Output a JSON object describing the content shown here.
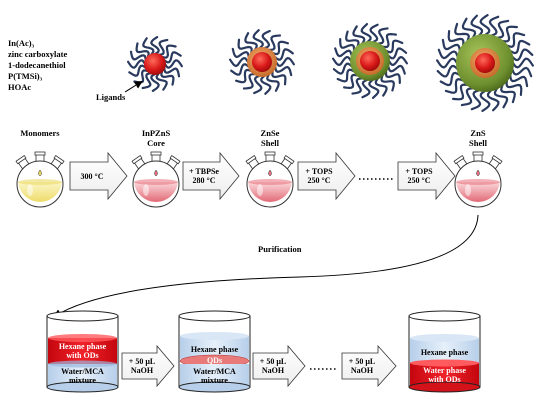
{
  "reagents": [
    "In(Ac)₃",
    "zinc carboxylate",
    "1-dodecanethiol",
    "P(TMSi)₃",
    "HOAc"
  ],
  "ligands_label": "Ligands",
  "stages": {
    "monomers": "Monomers",
    "core": [
      "InPZnS",
      "Core"
    ],
    "znse": [
      "ZnSe",
      "Shell"
    ],
    "zns": [
      "ZnS",
      "Shell"
    ]
  },
  "arrows": {
    "a1": "300 °C",
    "a2": [
      "+ TBPSe",
      "280 °C"
    ],
    "a3": [
      "+ TOPS",
      "250 °C"
    ],
    "a4": [
      "+ TOPS",
      "250 °C"
    ]
  },
  "purification_label": "Purification",
  "beakers": {
    "b1": {
      "top": [
        "Hexane phase",
        "with ODs"
      ],
      "bottom": [
        "Water/MCA",
        "mixture"
      ]
    },
    "b2": {
      "top": [
        "Hexane phase"
      ],
      "mid": "QDs",
      "bottom": [
        "Water/MCA",
        "mixture"
      ]
    },
    "b3": {
      "top": [
        "Hexane phase"
      ],
      "bottom": [
        "Water phase",
        "with ODs"
      ]
    }
  },
  "naoh_arrows": {
    "n1": [
      "+ 50 μL",
      "NaOH"
    ],
    "n2": [
      "+ 50 μL",
      "NaOH"
    ],
    "n3": [
      "+ 50 μL",
      "NaOH"
    ]
  },
  "colors": {
    "core_red": "#d81818",
    "znse_orange": "#e08a3a",
    "zns_green": "#6e8f2e",
    "ligand_navy": "#2a3a5e",
    "flask_yellow": "#f6ee9a",
    "flask_pink": "#f0a0a8",
    "hexane_blue": "#c9dcf0",
    "red_phase": "#e3141c"
  }
}
